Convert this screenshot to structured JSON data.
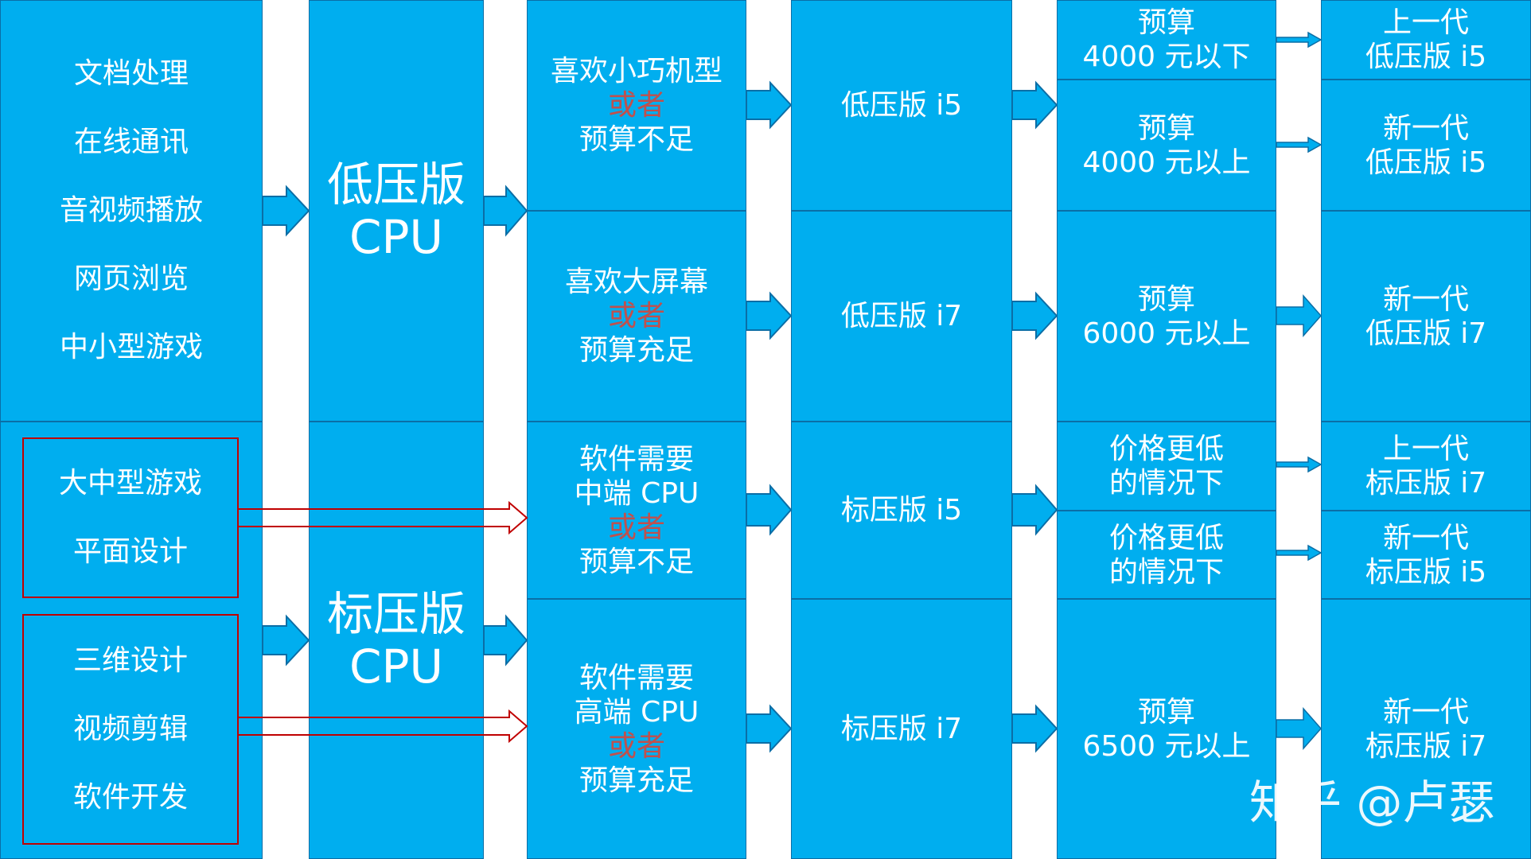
{
  "colors": {
    "box_fill": "#00aeef",
    "box_border": "#0b6ea6",
    "text": "#ffffff",
    "or_text": "#c0504d",
    "group_border": "#c00000"
  },
  "uses": {
    "light": [
      "文档处理",
      "在线通讯",
      "音视频播放",
      "网页浏览",
      "中小型游戏"
    ],
    "heavy_a": [
      "大中型游戏",
      "平面设计"
    ],
    "heavy_b": [
      "三维设计",
      "视频剪辑",
      "软件开发"
    ]
  },
  "cpu": {
    "low": [
      "低压版",
      "CPU"
    ],
    "std": [
      "标压版",
      "CPU"
    ]
  },
  "pref": {
    "p1": [
      "喜欢小巧机型",
      "或者",
      "预算不足"
    ],
    "p2": [
      "喜欢大屏幕",
      "或者",
      "预算充足"
    ],
    "p3": [
      "软件需要",
      "中端 CPU",
      "或者",
      "预算不足"
    ],
    "p4": [
      "软件需要",
      "高端 CPU",
      "或者",
      "预算充足"
    ]
  },
  "model": {
    "m1": "低压版 i5",
    "m2": "低压版 i7",
    "m3": "标压版 i5",
    "m4": "标压版 i7"
  },
  "budget": {
    "b1": [
      "预算",
      "4000 元以下"
    ],
    "b2": [
      "预算",
      "4000 元以上"
    ],
    "b3": [
      "预算",
      "6000 元以上"
    ],
    "b4": [
      "价格更低",
      "的情况下"
    ],
    "b5": [
      "价格更低",
      "的情况下"
    ],
    "b6": [
      "预算",
      "6500 元以上"
    ]
  },
  "result": {
    "r1": [
      "上一代",
      "低压版 i5"
    ],
    "r2": [
      "新一代",
      "低压版 i5"
    ],
    "r3": [
      "新一代",
      "低压版 i7"
    ],
    "r4": [
      "上一代",
      "标压版 i7"
    ],
    "r5": [
      "新一代",
      "标压版 i5"
    ],
    "r6": [
      "新一代",
      "标压版 i7"
    ]
  },
  "watermark": "知乎 @卢瑟"
}
